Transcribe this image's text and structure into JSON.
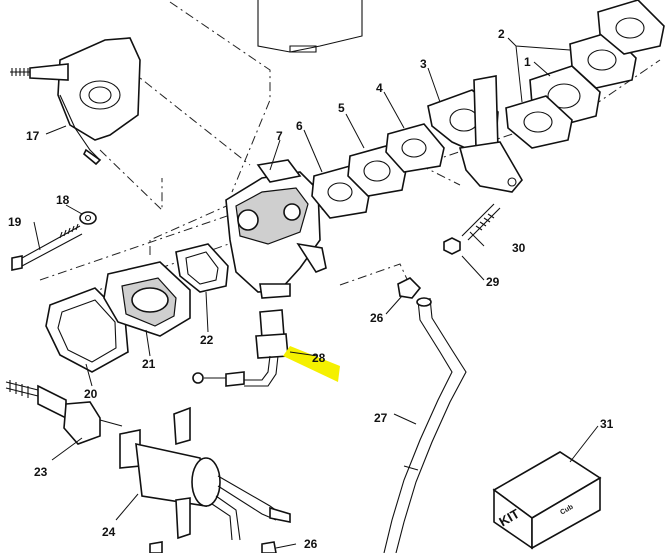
{
  "callouts": [
    {
      "id": "c1",
      "text": "1"
    },
    {
      "id": "c2",
      "text": "2"
    },
    {
      "id": "c3",
      "text": "3"
    },
    {
      "id": "c4",
      "text": "4"
    },
    {
      "id": "c5",
      "text": "5"
    },
    {
      "id": "c6",
      "text": "6"
    },
    {
      "id": "c7",
      "text": "7"
    },
    {
      "id": "c17",
      "text": "17"
    },
    {
      "id": "c18",
      "text": "18"
    },
    {
      "id": "c19",
      "text": "19"
    },
    {
      "id": "c20",
      "text": "20"
    },
    {
      "id": "c21",
      "text": "21"
    },
    {
      "id": "c22",
      "text": "22"
    },
    {
      "id": "c23",
      "text": "23"
    },
    {
      "id": "c24",
      "text": "24"
    },
    {
      "id": "c26a",
      "text": "26"
    },
    {
      "id": "c26b",
      "text": "26"
    },
    {
      "id": "c27",
      "text": "27"
    },
    {
      "id": "c28",
      "text": "28"
    },
    {
      "id": "c29",
      "text": "29"
    },
    {
      "id": "c30",
      "text": "30"
    },
    {
      "id": "c31",
      "text": "31"
    }
  ],
  "kit_box": {
    "label": "KIT",
    "brand": "Cub"
  },
  "colors": {
    "highlight": "#f5f000",
    "ink": "#111111"
  }
}
